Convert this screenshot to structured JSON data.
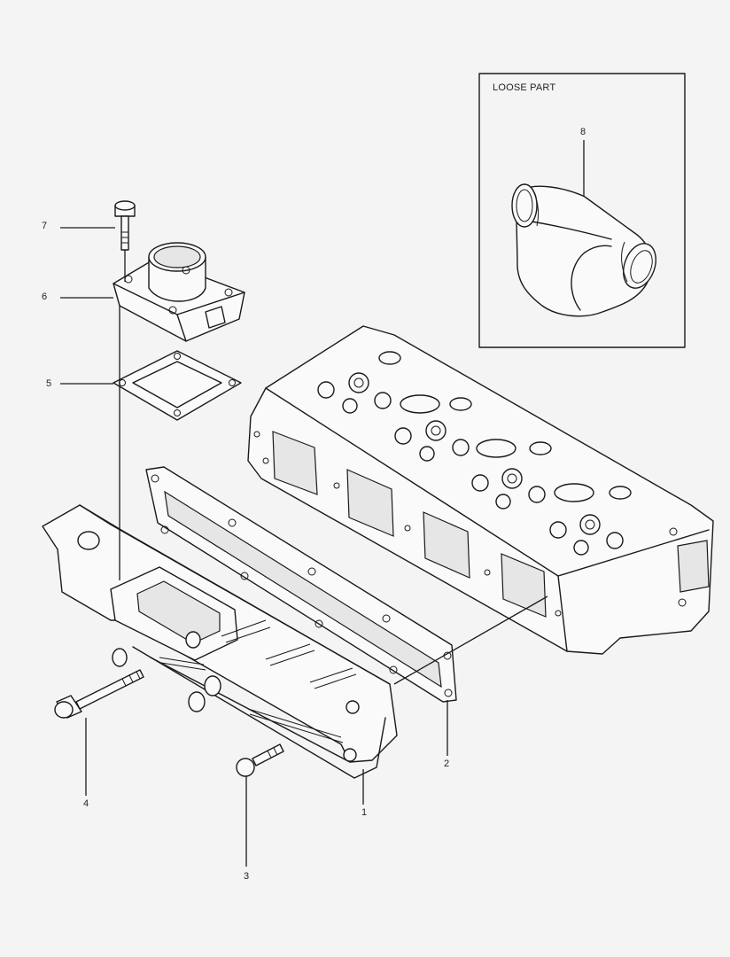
{
  "inset": {
    "title": "LOOSE PART"
  },
  "callouts": [
    {
      "id": "1",
      "text": "1"
    },
    {
      "id": "2",
      "text": "2"
    },
    {
      "id": "3",
      "text": "3"
    },
    {
      "id": "4",
      "text": "4"
    },
    {
      "id": "5",
      "text": "5"
    },
    {
      "id": "6",
      "text": "6"
    },
    {
      "id": "7",
      "text": "7"
    },
    {
      "id": "8",
      "text": "8"
    }
  ],
  "parts": [
    {
      "callout": "1",
      "icon": "intake-manifold"
    },
    {
      "callout": "2",
      "icon": "manifold-gasket"
    },
    {
      "callout": "3",
      "icon": "flange-bolt"
    },
    {
      "callout": "4",
      "icon": "long-flange-bolt"
    },
    {
      "callout": "5",
      "icon": "square-gasket"
    },
    {
      "callout": "6",
      "icon": "inlet-elbow-flange"
    },
    {
      "callout": "7",
      "icon": "flange-bolt"
    },
    {
      "callout": "8",
      "icon": "elbow-hose"
    }
  ]
}
